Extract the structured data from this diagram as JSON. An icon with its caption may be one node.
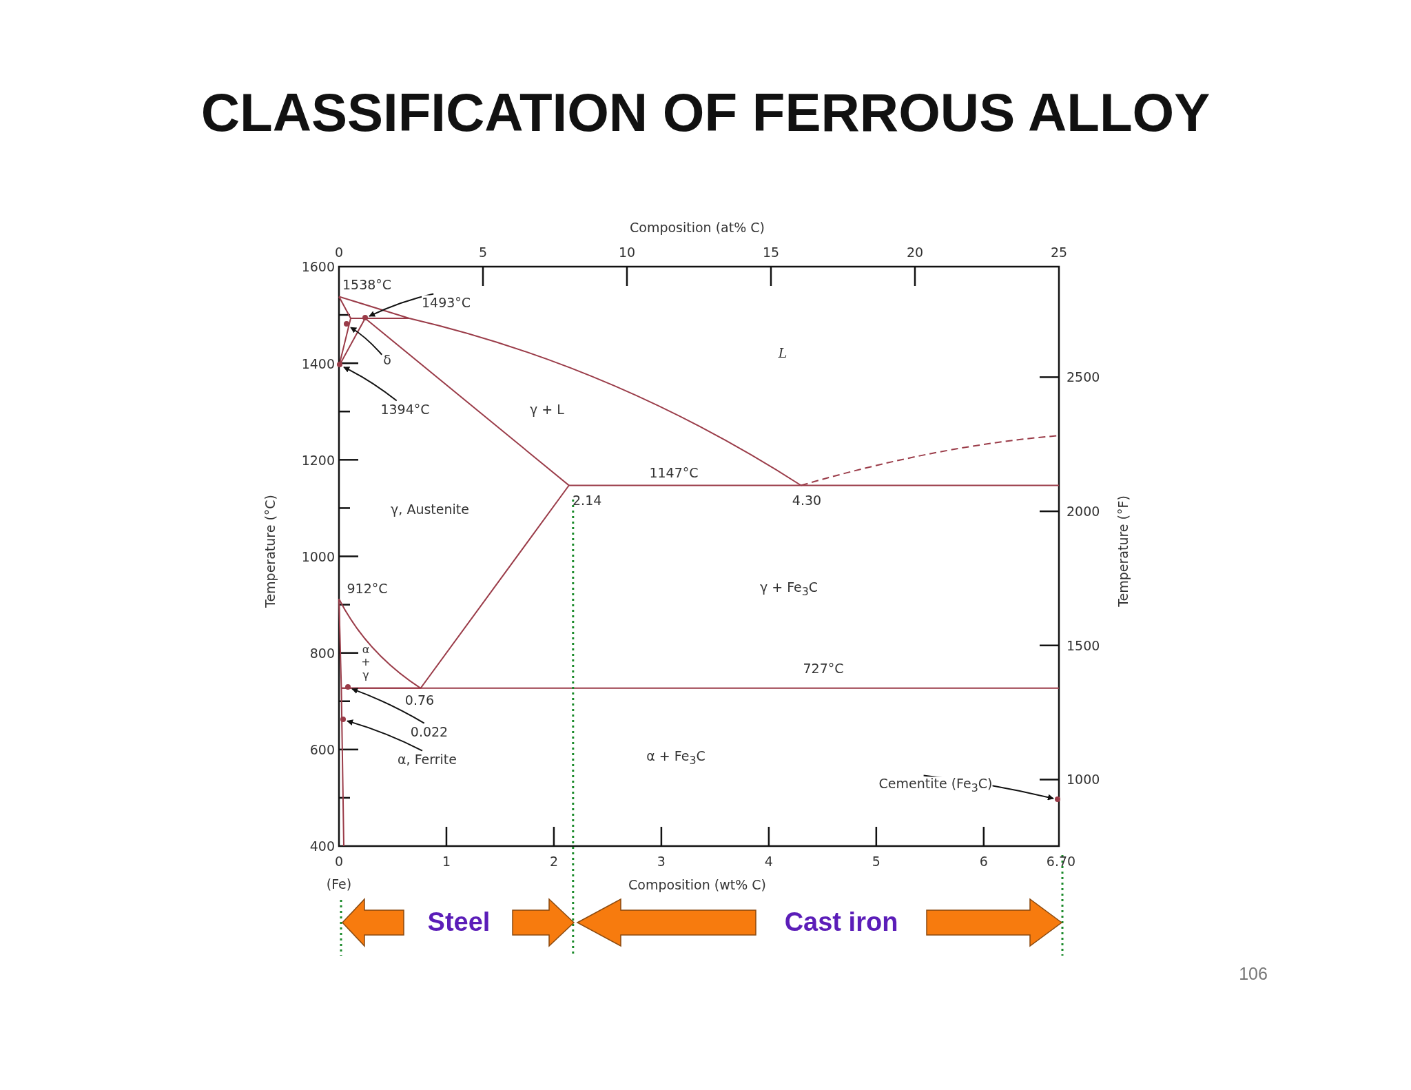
{
  "diagram": {
    "title": "CLASSIFICATION OF FERROUS ALLOY",
    "nodes": [
      {
        "text": [
          "1493°C"
        ]
      },
      {
        "text": [
          "δ"
        ]
      },
      {
        "text": [
          "1394°C"
        ]
      },
      {
        "text": [
          "0.022"
        ]
      },
      {
        "text": [
          "α, Ferrite"
        ]
      },
      {
        "text": [
          "Cementite (Fe$_{3}$C)"
        ]
      },
      {
        "text": [],
        "shape": "dot"
      },
      {
        "text": [],
        "shape": "dot"
      },
      {
        "text": [],
        "shape": "dot"
      },
      {
        "text": [],
        "shape": "dot"
      },
      {
        "text": [],
        "shape": "dot"
      },
      {
        "text": [],
        "shape": "dot"
      }
    ],
    "edges": [
      {
        "from": 0,
        "to": 6,
        "arrow": "to"
      },
      {
        "from": 1,
        "to": 7,
        "arrow": "to"
      },
      {
        "from": 2,
        "to": 8,
        "arrow": "to"
      },
      {
        "from": 3,
        "to": 9,
        "arrow": "to"
      },
      {
        "from": 4,
        "to": 10,
        "arrow": "to"
      },
      {
        "from": 5,
        "to": 11,
        "arrow": "to"
      }
    ],
    "labels": [
      "Composition (at% C)",
      "0",
      "5",
      "10",
      "15",
      "20",
      "25",
      "1600",
      "1538°C",
      "L",
      "1400",
      "2500",
      "γ + L",
      "1200",
      "1147°C",
      "2.14",
      "4.30",
      "γ, Austenite",
      "2000",
      "1000",
      "912°C",
      "γ + Fe$_{3}$C",
      "800",
      "α + γ",
      "1500",
      "727°C",
      "0.76",
      "600",
      "α + Fe$_{3}$C",
      "1000",
      "400",
      "0",
      "1",
      "2",
      "3",
      "4",
      "5",
      "6",
      "6.70",
      "(Fe)",
      "Composition (wt% C)",
      "Temperature (°C)",
      "Temperature (°F)",
      "Steel",
      "Cast iron",
      "106"
    ]
  }
}
